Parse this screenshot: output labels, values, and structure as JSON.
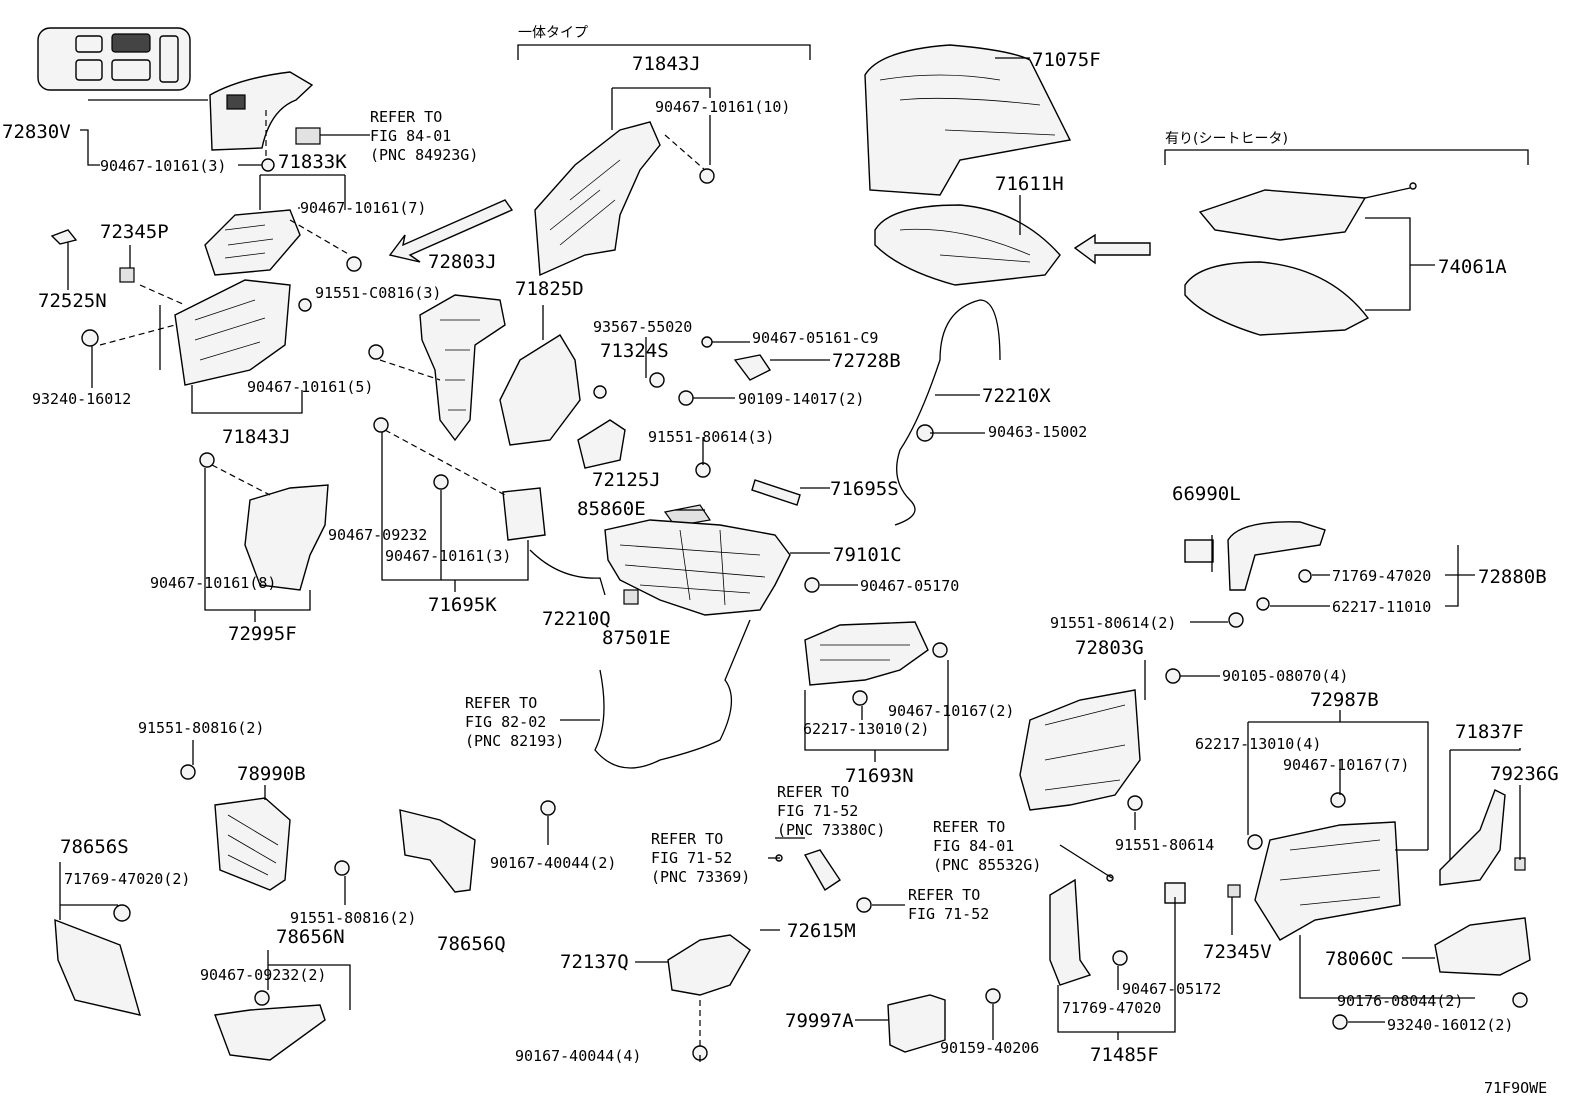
{
  "figure_code": "71F9OWE",
  "group_headers": {
    "one_piece_type": "一体タイプ",
    "with_seat_heater": "有り(シートヒータ)"
  },
  "labels": {
    "l72830V": "72830V",
    "l90467_10161_3a": "90467-10161(3)",
    "l71833K": "71833K",
    "refer_84_01_a_1": "REFER TO",
    "refer_84_01_a_2": "FIG 84-01",
    "refer_84_01_a_3": "(PNC 84923G)",
    "l71843J_top": "71843J",
    "l90467_10161_10": "90467-10161(10)",
    "l71075F": "71075F",
    "l71611H": "71611H",
    "l74061A": "74061A",
    "l72345P": "72345P",
    "l90467_10161_7": "90467-10161(7)",
    "l72803J": "72803J",
    "l71825D": "71825D",
    "l72525N": "72525N",
    "l91551_C0816_3": "91551-C0816(3)",
    "l93567_55020": "93567-55020",
    "l90467_05161_C9": "90467-05161-C9",
    "l71324S": "71324S",
    "l72728B": "72728B",
    "l93240_16012": "93240-16012",
    "l90467_10161_5": "90467-10161(5)",
    "l90109_14017_2": "90109-14017(2)",
    "l72210X": "72210X",
    "l71843J_left": "71843J",
    "l91551_80614_3": "91551-80614(3)",
    "l90463_15002": "90463-15002",
    "l72125J": "72125J",
    "l71695S": "71695S",
    "l85860E": "85860E",
    "l66990L": "66990L",
    "l90467_09232": "90467-09232",
    "l79101C": "79101C",
    "l90467_10161_3b": "90467-10161(3)",
    "l71769_47020_a": "71769-47020",
    "l72880B": "72880B",
    "l90467_10161_8": "90467-10161(8)",
    "l90467_05170": "90467-05170",
    "l62217_11010": "62217-11010",
    "l72210Q": "72210Q",
    "l71695K": "71695K",
    "l87501E": "87501E",
    "l91551_80614_2": "91551-80614(2)",
    "l72995F": "72995F",
    "l72803G": "72803G",
    "l90105_08070_4": "90105-08070(4)",
    "l90467_10167_2": "90467-10167(2)",
    "l72987B": "72987B",
    "refer_82_02_1": "REFER TO",
    "refer_82_02_2": "FIG 82-02",
    "refer_82_02_3": "(PNC 82193)",
    "l62217_13010_2": "62217-13010(2)",
    "l62217_13010_4": "62217-13010(4)",
    "l71837F": "71837F",
    "l91551_80816_2a": "91551-80816(2)",
    "l71693N": "71693N",
    "l90467_10167_7": "90467-10167(7)",
    "l79236G": "79236G",
    "l78990B": "78990B",
    "refer_71_52_a_1": "REFER TO",
    "refer_71_52_a_2": "FIG 71-52",
    "refer_71_52_a_3": "(PNC 73380C)",
    "refer_84_01_b_1": "REFER TO",
    "refer_84_01_b_2": "FIG 84-01",
    "refer_84_01_b_3": "(PNC 85532G)",
    "l91551_80614": "91551-80614",
    "l78656S": "78656S",
    "refer_71_52_b_1": "REFER TO",
    "refer_71_52_b_2": "FIG 71-52",
    "refer_71_52_b_3": "(PNC 73369)",
    "l71769_47020_2": "71769-47020(2)",
    "l90167_40044_2": "90167-40044(2)",
    "refer_71_52_c_1": "REFER TO",
    "refer_71_52_c_2": "FIG 71-52",
    "l91551_80816_2b": "91551-80816(2)",
    "l78656N": "78656N",
    "l72615M": "72615M",
    "l78656Q": "78656Q",
    "l72345V": "72345V",
    "l72137Q": "72137Q",
    "l78060C": "78060C",
    "l90467_09232_2": "90467-09232(2)",
    "l90467_05172": "90467-05172",
    "l71769_47020_b": "71769-47020",
    "l90176_08044_2": "90176-08044(2)",
    "l79997A": "79997A",
    "l93240_16012_2": "93240-16012(2)",
    "l90159_40206": "90159-40206",
    "l71485F": "71485F",
    "l90167_40044_4": "90167-40044(4)"
  }
}
